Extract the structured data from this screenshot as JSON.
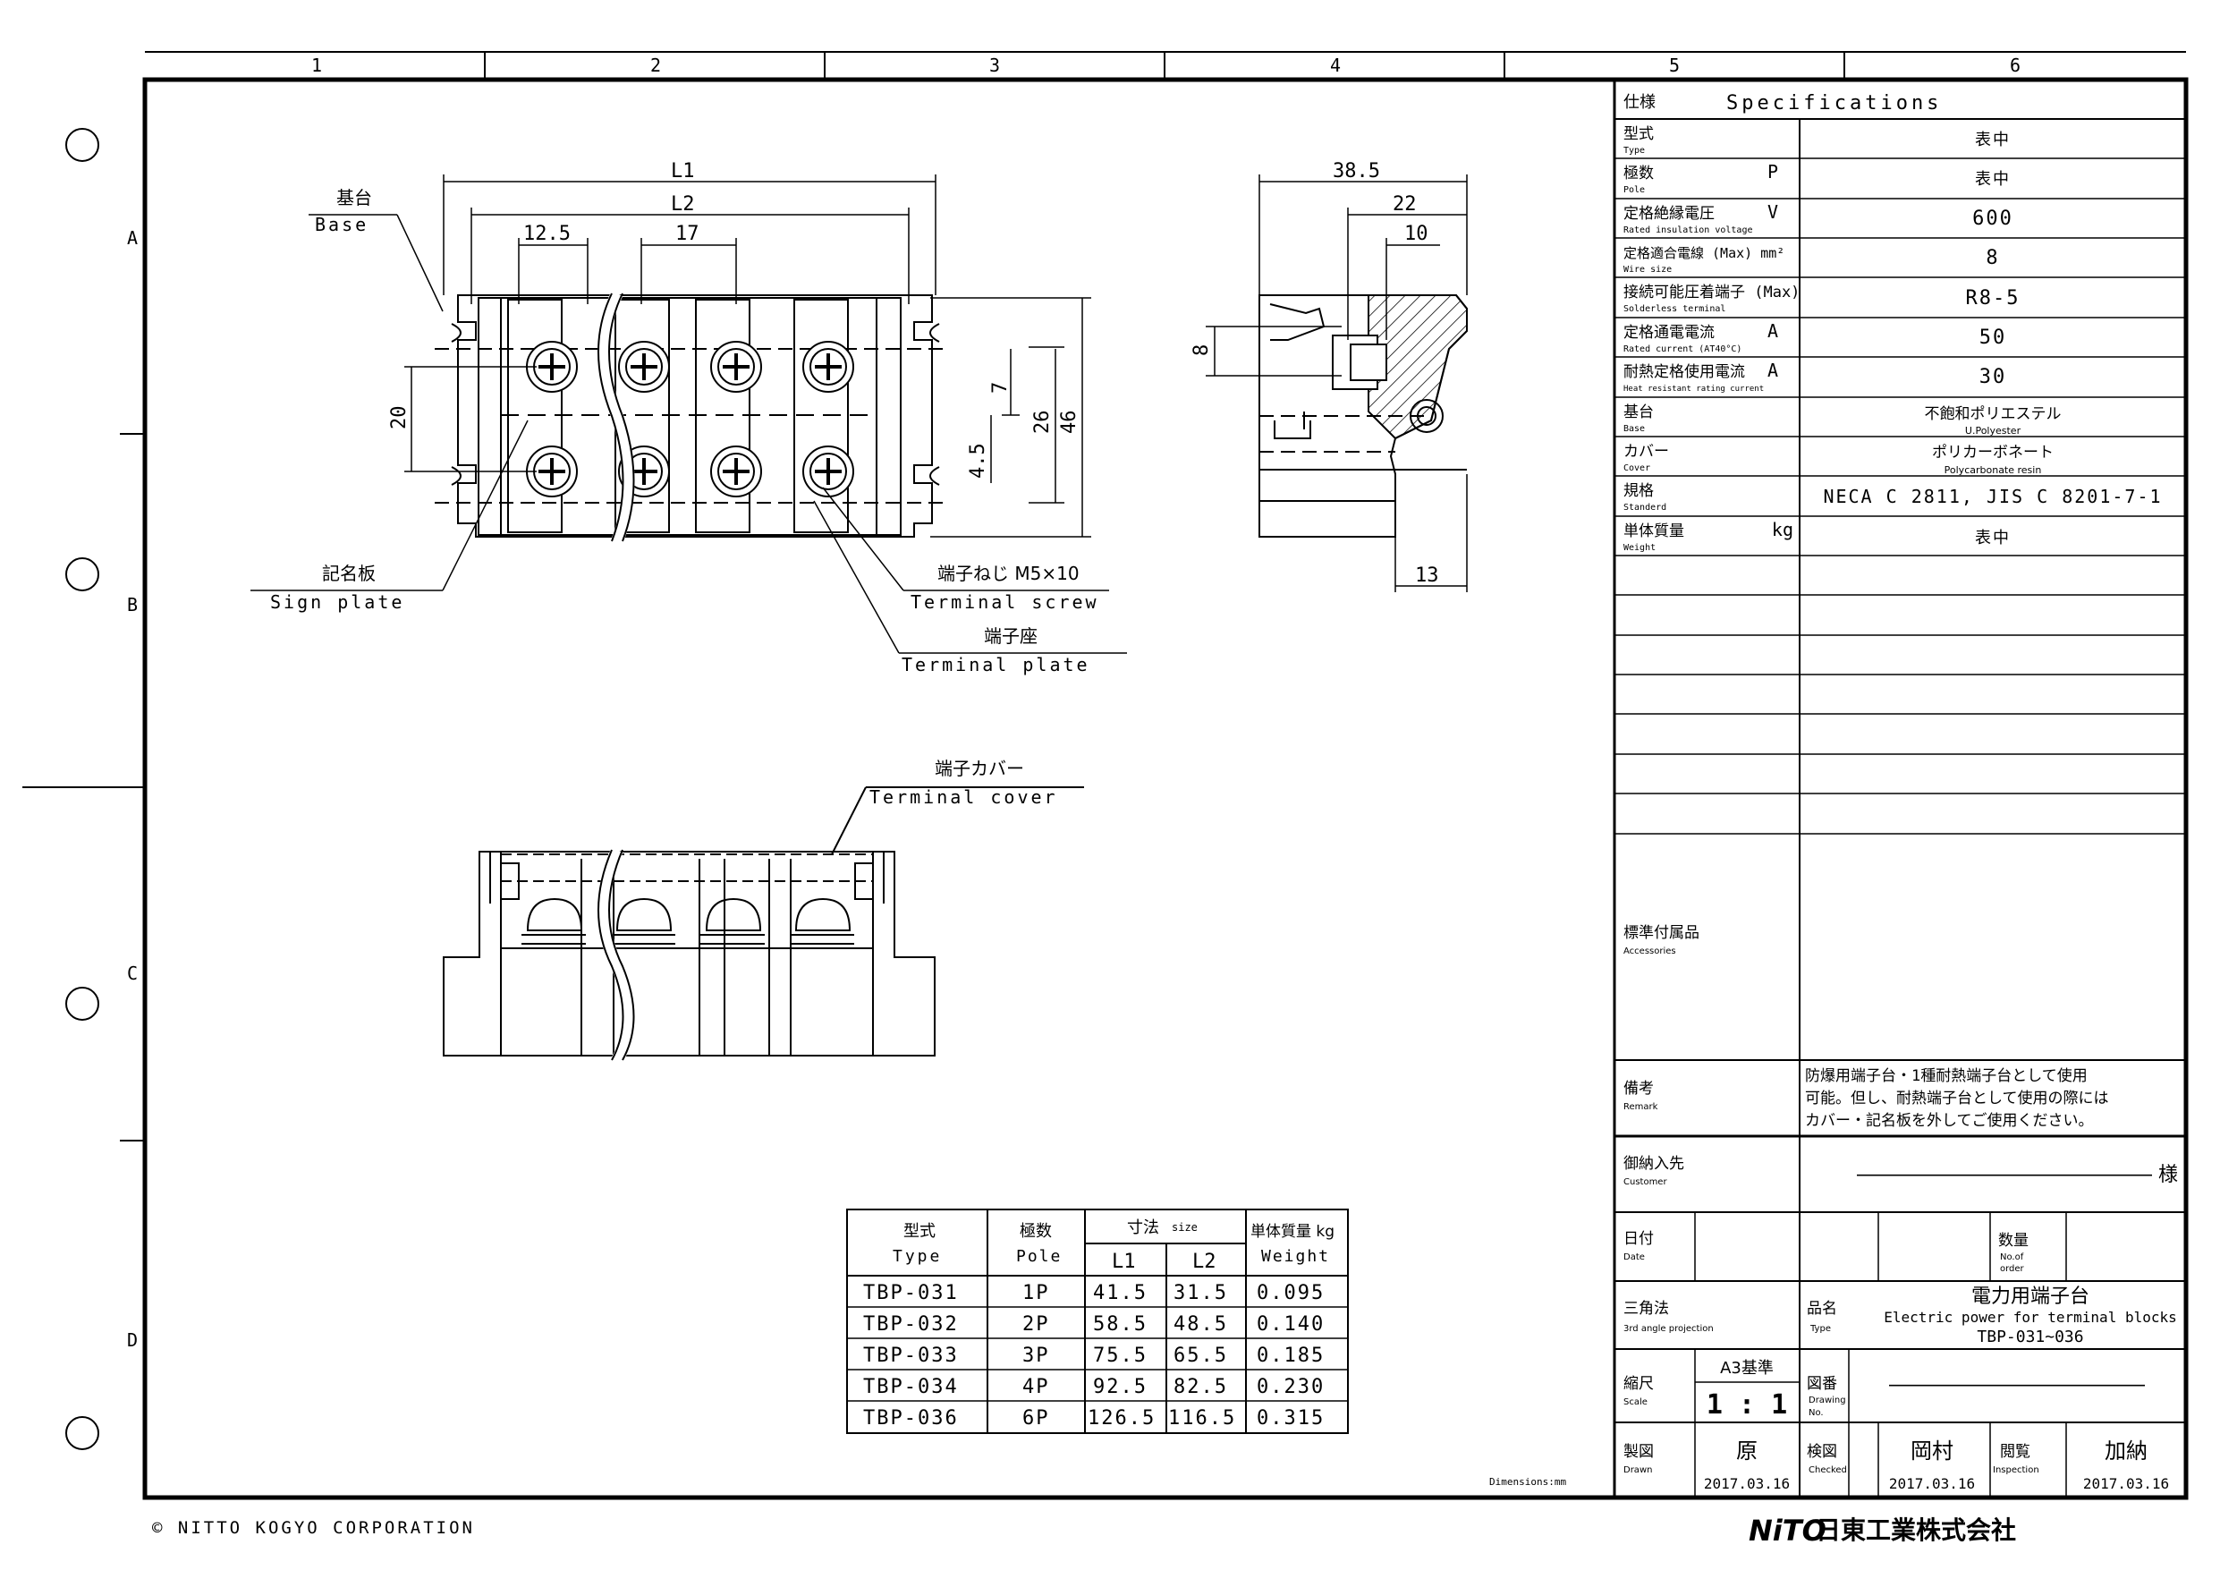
{
  "border": {
    "columns": [
      "1",
      "2",
      "3",
      "4",
      "5",
      "6"
    ],
    "rows": [
      "A",
      "B",
      "C",
      "D"
    ]
  },
  "front_view": {
    "base_jp": "基台",
    "base_en": "Base",
    "sign_plate_jp": "記名板",
    "sign_plate_en": "Sign plate",
    "terminal_screw_jp": "端子ねじ M5×10",
    "terminal_screw_en": "Terminal screw",
    "terminal_plate_jp": "端子座",
    "terminal_plate_en": "Terminal plate",
    "dims": {
      "L1": "L1",
      "L2": "L2",
      "d12_5": "12.5",
      "d17": "17",
      "d20": "20",
      "d7": "7",
      "d26": "26",
      "d46": "46",
      "d4_5": "4.5"
    }
  },
  "side_view": {
    "dims": {
      "d38_5": "38.5",
      "d22": "22",
      "d10": "10",
      "d8": "8",
      "d13": "13"
    }
  },
  "bottom_view": {
    "cover_jp": "端子カバー",
    "cover_en": "Terminal cover"
  },
  "dimension_table": {
    "headers": {
      "type_jp": "型式",
      "type_en": "Type",
      "pole_jp": "極数",
      "pole_en": "Pole",
      "size_jp": "寸法",
      "size_en": "size",
      "weight_jp": "単体質量 kg",
      "weight_en": "Weight",
      "l1": "L1",
      "l2": "L2"
    },
    "rows": [
      [
        "TBP-031",
        "1P",
        "41.5",
        "31.5",
        "0.095"
      ],
      [
        "TBP-032",
        "2P",
        "58.5",
        "48.5",
        "0.140"
      ],
      [
        "TBP-033",
        "3P",
        "75.5",
        "65.5",
        "0.185"
      ],
      [
        "TBP-034",
        "4P",
        "92.5",
        "82.5",
        "0.230"
      ],
      [
        "TBP-036",
        "6P",
        "126.5",
        "116.5",
        "0.315"
      ]
    ]
  },
  "dimensions_note": "Dimensions:mm",
  "spec_table": {
    "title_jp": "仕様",
    "title_en": "Specifications",
    "rows": [
      {
        "jp": "型式",
        "en": "Type",
        "unit": "",
        "value": "表中"
      },
      {
        "jp": "極数",
        "en": "Pole",
        "unit": "P",
        "value": "表中"
      },
      {
        "jp": "定格絶縁電圧",
        "en": "Rated insulation voltage",
        "unit": "V",
        "value": "600"
      },
      {
        "jp": "定格適合電線 (Max) mm²",
        "en": "Wire size",
        "unit": "",
        "value": "8"
      },
      {
        "jp": "接続可能圧着端子 (Max)",
        "en": "Solderless terminal",
        "unit": "",
        "value": "R8-5"
      },
      {
        "jp": "定格通電電流",
        "en": "Rated current (AT40°C)",
        "unit": "A",
        "value": "50"
      },
      {
        "jp": "耐熱定格使用電流",
        "en": "Heat resistant rating current",
        "unit": "A",
        "value": "30"
      },
      {
        "jp": "基台",
        "en": "Base",
        "unit": "",
        "value": "不飽和ポリエステル",
        "value_sub": "U.Polyester"
      },
      {
        "jp": "カバー",
        "en": "Cover",
        "unit": "",
        "value": "ポリカーボネート",
        "value_sub": "Polycarbonate resin"
      },
      {
        "jp": "規格",
        "en": "Standerd",
        "unit": "",
        "value": "NECA C 2811, JIS C 8201-7-1"
      },
      {
        "jp": "単体質量",
        "en": "Weight",
        "unit": "kg",
        "value": "表中"
      }
    ],
    "accessories_jp": "標準付属品",
    "accessories_en": "Accessories",
    "remark_jp": "備考",
    "remark_en": "Remark",
    "remark_lines": [
      "防爆用端子台・1種耐熱端子台として使用",
      "可能。但し、耐熱端子台として使用の際には",
      "カバー・記名板を外してご使用ください。"
    ],
    "customer_jp": "御納入先",
    "customer_en": "Customer",
    "customer_value": "――――――――――――――― 様",
    "date_jp": "日付",
    "date_en": "Date",
    "qty_jp": "数量",
    "qty_en1": "No.of",
    "qty_en2": "order",
    "projection_jp": "三角法",
    "projection_en": "3rd angle projection",
    "name_jp": "品名",
    "name_en": "Type",
    "product_jp": "電力用端子台",
    "product_en": "Electric power for terminal blocks",
    "product_model": "TBP-031~036",
    "scale_jp": "縮尺",
    "scale_en": "Scale",
    "scale_base": "A3基準",
    "scale_value": "1 : 1",
    "drawing_no_jp": "図番",
    "drawing_no_en1": "Drawing",
    "drawing_no_en2": "No.",
    "drawing_no_value": "―――――――――――――",
    "drawn_jp": "製図",
    "drawn_en": "Drawn",
    "drawn_name": "原",
    "drawn_date": "2017.03.16",
    "checked_jp": "検図",
    "checked_en": "Checked",
    "checked_name": "岡村",
    "checked_date": "2017.03.16",
    "inspection_jp": "閲覧",
    "inspection_en": "Inspection",
    "inspection_name": "加納",
    "inspection_date": "2017.03.16"
  },
  "footer": {
    "copyright": "© NITTO KOGYO CORPORATION",
    "logo_text": "NiTO",
    "company_jp": "日東工業株式会社"
  }
}
